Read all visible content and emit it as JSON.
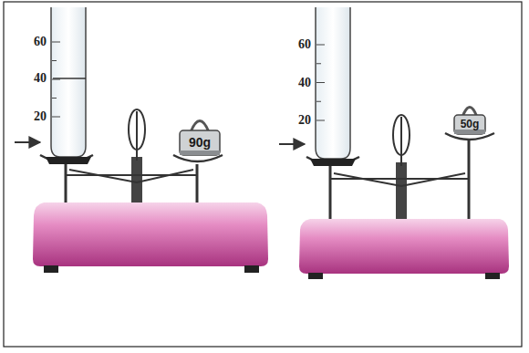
{
  "diagram": {
    "nodes": [
      {
        "text": [
          "90g"
        ]
      },
      {
        "text": [
          "50g"
        ]
      }
    ],
    "labels": [
      "60",
      "40",
      "20",
      "60",
      "40",
      "20"
    ]
  }
}
